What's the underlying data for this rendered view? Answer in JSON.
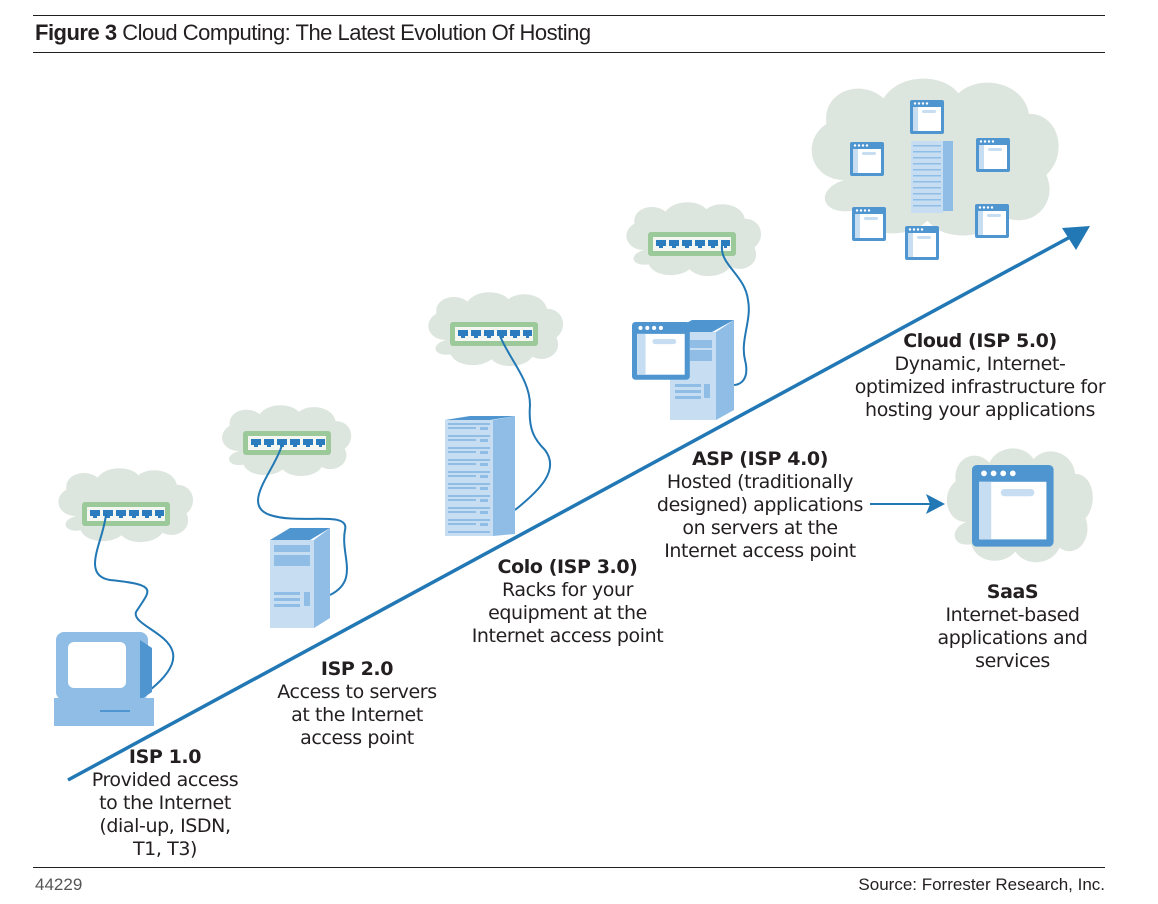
{
  "figure": {
    "title_bold": "Figure 3",
    "title_rest": " Cloud Computing: The Latest Evolution Of Hosting",
    "footer_id": "44229",
    "source": "Source: Forrester Research, Inc."
  },
  "colors": {
    "line": "#2278b5",
    "cloud": "#dde6de",
    "switch_body": "#9cc99a",
    "device_light": "#c7def2",
    "device_mid": "#8fbde6",
    "device_dark": "#4f95cf",
    "text": "#231f20"
  },
  "stages": [
    {
      "name": "ISP 1.0",
      "description": "Provided access\nto the Internet\n(dial-up, ISDN,\nT1, T3)",
      "icon": "desktop-computer-icon"
    },
    {
      "name": "ISP 2.0",
      "description": "Access to servers\nat the Internet\naccess point",
      "icon": "tower-server-icon"
    },
    {
      "name": "Colo (ISP 3.0)",
      "description": "Racks for your\nequipment at the\nInternet access point",
      "icon": "server-rack-icon"
    },
    {
      "name": "ASP (ISP 4.0)",
      "description": "Hosted (traditionally\ndesigned) applications\non servers at the\nInternet access point",
      "icon": "application-server-icon"
    },
    {
      "name": "Cloud (ISP 5.0)",
      "description": "Dynamic, Internet-\noptimized infrastructure for\nhosting your applications",
      "icon": "cloud-infrastructure-icon"
    }
  ],
  "saas": {
    "name": "SaaS",
    "description": "Internet-based\napplications and\nservices",
    "icon": "application-window-icon"
  }
}
